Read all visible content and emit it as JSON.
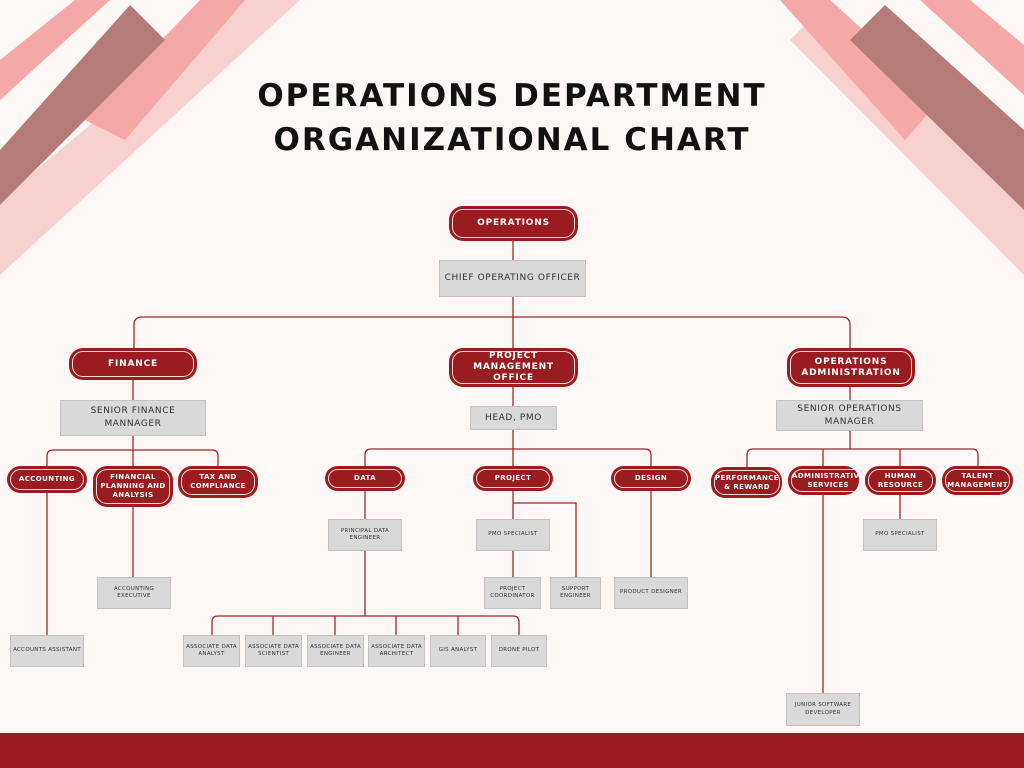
{
  "title": {
    "line1": "OPERATIONS DEPARTMENT",
    "line2": "ORGANIZATIONAL CHART"
  },
  "colors": {
    "primary": "#9b1c1f",
    "box": "#d9d9d9",
    "background": "#fdf8f6",
    "stripe_pink": "#f4a9a7",
    "stripe_muted": "#b57b78",
    "stripe_light": "#f7d0cf"
  },
  "nodes": {
    "operations": "OPERATIONS",
    "coo": "CHIEF OPERATING OFFICER",
    "finance": "FINANCE",
    "pmo": "PROJECT MANAGEMENT OFFICE",
    "ops_admin": "OPERATIONS ADMINISTRATION",
    "senior_finance_manager": "SENIOR FINANCE MANNAGER",
    "head_pmo": "HEAD, PMO",
    "senior_ops_manager": "SENIOR OPERATIONS MANAGER",
    "accounting": "ACCOUNTING",
    "fpa": "FINANCIAL PLANNING AND ANALYSIS",
    "tax": "TAX AND COMPLIANCE",
    "accounts_assistant": "ACCOUNTS ASSISTANT",
    "accounting_executive": "ACCOUNTING EXECUTIVE",
    "data": "DATA",
    "project": "PROJECT",
    "design": "DESIGN",
    "principal_data_engineer": "PRINCIPAL DATA ENGINEER",
    "pmo_specialist_project": "PMO SPECIALIST",
    "project_coordinator": "PROJECT COORDINATOR",
    "support_engineer": "SUPPORT ENGINEER",
    "product_designer": "PRODUCT DESIGNER",
    "assoc_data_analyst": "ASSOCIATE DATA ANALYST",
    "assoc_data_scientist": "ASSOCIATE DATA SCIENTIST",
    "assoc_data_engineer": "ASSOCIATE DATA ENGINEER",
    "assoc_data_architect": "ASSOCIATE DATA ARCHITECT",
    "gis_analyst": "GIS ANALYST",
    "drone_pilot": "DRONE PILOT",
    "performance_reward": "PERFORMANCE & REWARD",
    "administrative_services": "ADMINISTRATIVE SERVICES",
    "human_resource": "HUMAN RESOURCE",
    "talent_management": "TALENT MANAGEMENT",
    "pmo_specialist_hr": "PMO SPECIALIST",
    "junior_software_developer": "JUNIOR SOFTWARE DEVELOPER"
  }
}
